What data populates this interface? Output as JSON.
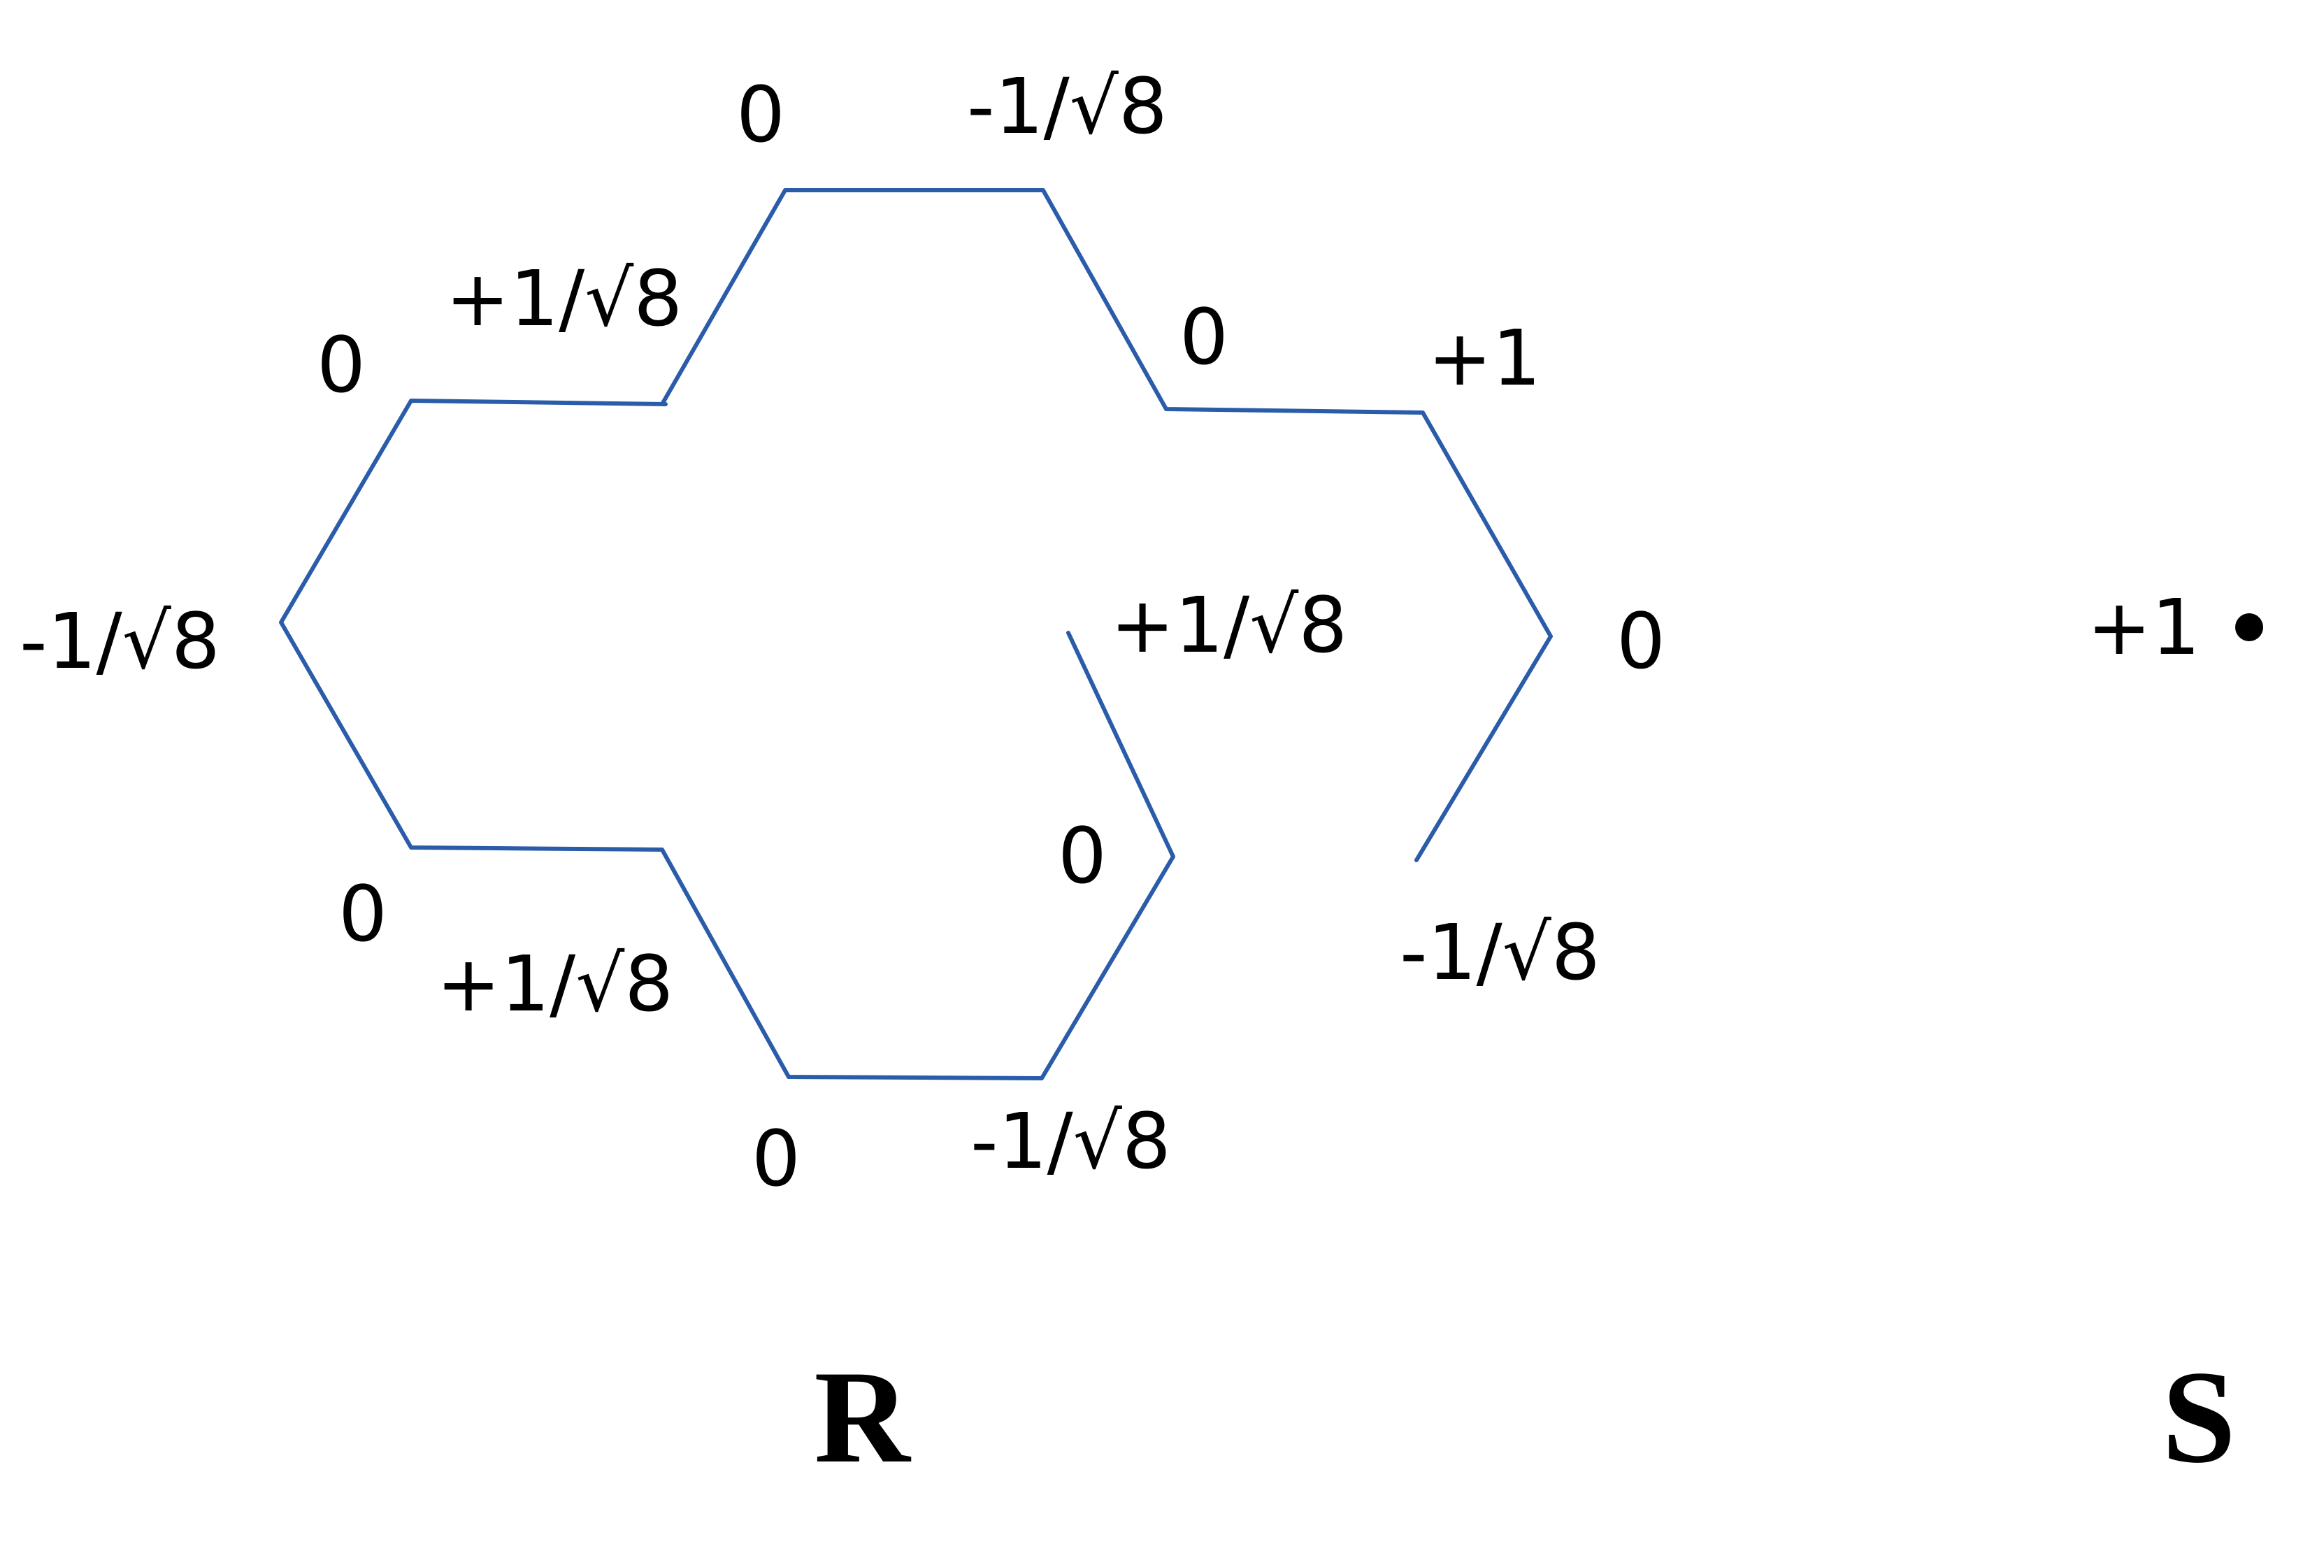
{
  "colors": {
    "bond": "#2a5caa",
    "text": "#000000"
  },
  "molecule_r": {
    "label": "R",
    "coefficients": {
      "top_left_peak": "0",
      "top_right_peak": "-1/√8",
      "upper_left_ring_top": "0",
      "upper_left_ring_join": "+1/√8",
      "far_left": "-1/√8",
      "lower_left_ring_bottom": "0",
      "lower_left_ring_join": "+1/√8",
      "bottom_left": "0",
      "bottom_right": "-1/√8",
      "inner_bottom": "0",
      "inner_top": "+1/√8",
      "upper_right_join": "0",
      "right_top": "+1",
      "far_right": "0",
      "right_bottom": "-1/√8"
    }
  },
  "molecule_s": {
    "label": "S",
    "coefficient": "+1"
  }
}
